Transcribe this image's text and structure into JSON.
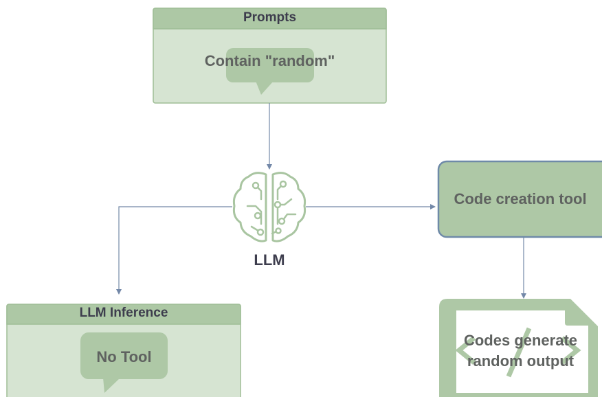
{
  "colors": {
    "container_header": "#adc8a5",
    "container_body": "#d6e4d2",
    "container_border": "#9fbd96",
    "bubble_fill": "#aec8a6",
    "tool_fill": "#aec8a6",
    "tool_border": "#6f8aa8",
    "arrow": "#7388a8",
    "brain_stroke": "#a9c5a1",
    "code_icon_fill": "#aec8a6",
    "title_text": "#3d3d4d",
    "body_text": "#5f6260"
  },
  "icons": {
    "llm": "brain-circuit-icon",
    "code_file": "code-file-icon",
    "bubble": "speech-bubble-icon"
  },
  "prompts": {
    "title": "Prompts",
    "bubble_text": "Contain \"random\""
  },
  "llm": {
    "label": "LLM"
  },
  "tool": {
    "label": "Code creation tool"
  },
  "code_output": {
    "line1": "Codes generate",
    "line2": "random output"
  },
  "inference": {
    "title": "LLM Inference",
    "bubble_text": "No Tool"
  }
}
